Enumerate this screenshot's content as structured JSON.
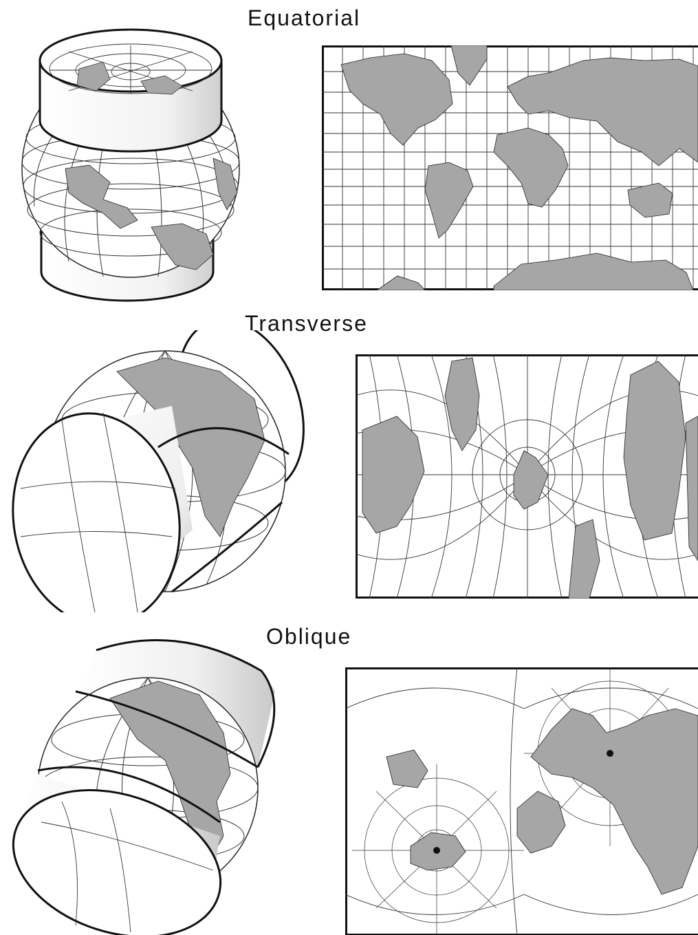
{
  "titles": {
    "equatorial": "Equatorial",
    "transverse": "Transverse",
    "oblique": "Oblique"
  },
  "colors": {
    "land": "#a6a6a6",
    "line": "#111111",
    "grid": "#333333",
    "paper": "#ffffff"
  }
}
